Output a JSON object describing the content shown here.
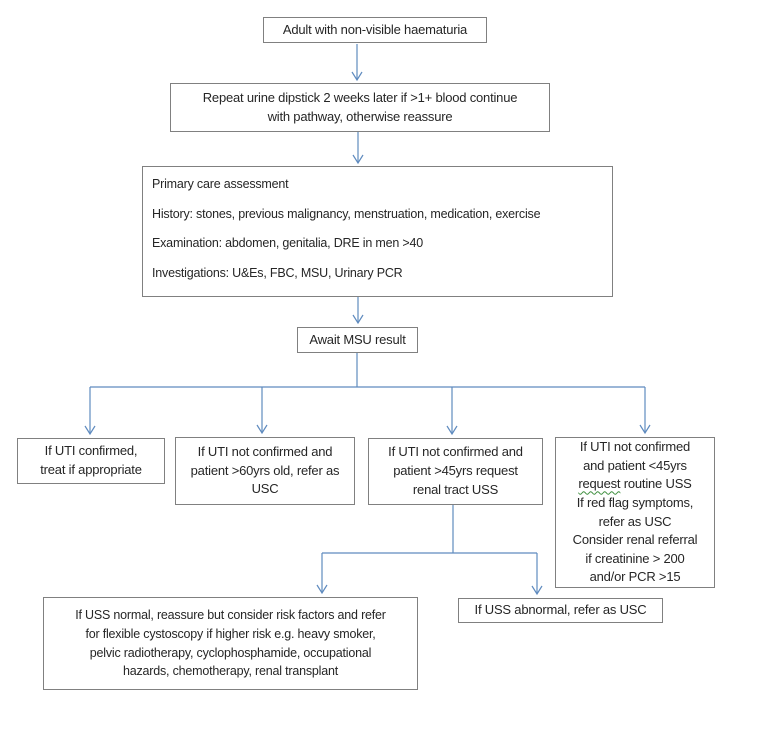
{
  "colors": {
    "arrow": "#5f8bbf",
    "border": "#808080",
    "text": "#262626",
    "bg": "#ffffff"
  },
  "nodes": {
    "start": {
      "lines": [
        "Adult with non-visible haematuria"
      ]
    },
    "repeat_dipstick": {
      "lines": [
        "Repeat urine dipstick 2 weeks later if >1+ blood continue",
        "with pathway, otherwise reassure"
      ]
    },
    "primary_care": {
      "lines": [
        "Primary care assessment",
        "History: stones, previous malignancy, menstruation, medication, exercise",
        "Examination: abdomen, genitalia, DRE in men >40",
        "Investigations: U&Es, FBC, MSU, Urinary PCR"
      ]
    },
    "await_msu": {
      "lines": [
        "Await MSU result"
      ]
    },
    "uti_confirmed": {
      "lines": [
        "If UTI confirmed,",
        "treat if appropriate"
      ]
    },
    "over60": {
      "lines": [
        "If UTI not confirmed and",
        "patient >60yrs old, refer as",
        "USC"
      ]
    },
    "over45": {
      "lines": [
        "If UTI not confirmed and",
        "patient >45yrs request",
        "renal tract USS"
      ]
    },
    "under45": {
      "lines": [
        "If UTI not confirmed",
        "and patient <45yrs"
      ],
      "request_word": "request",
      "request_rest": " routine USS",
      "lines2": [
        "If red flag symptoms,",
        "refer as USC",
        "Consider renal referral",
        "if creatinine > 200",
        "and/or PCR >15"
      ]
    },
    "uss_normal": {
      "lines": [
        "If USS normal, reassure but consider risk factors and refer",
        "for flexible cystoscopy if higher risk e.g. heavy smoker,",
        "pelvic radiotherapy, cyclophosphamide, occupational",
        "hazards, chemotherapy, renal transplant"
      ]
    },
    "uss_abnormal": {
      "lines": [
        "If USS abnormal, refer as USC"
      ]
    }
  }
}
